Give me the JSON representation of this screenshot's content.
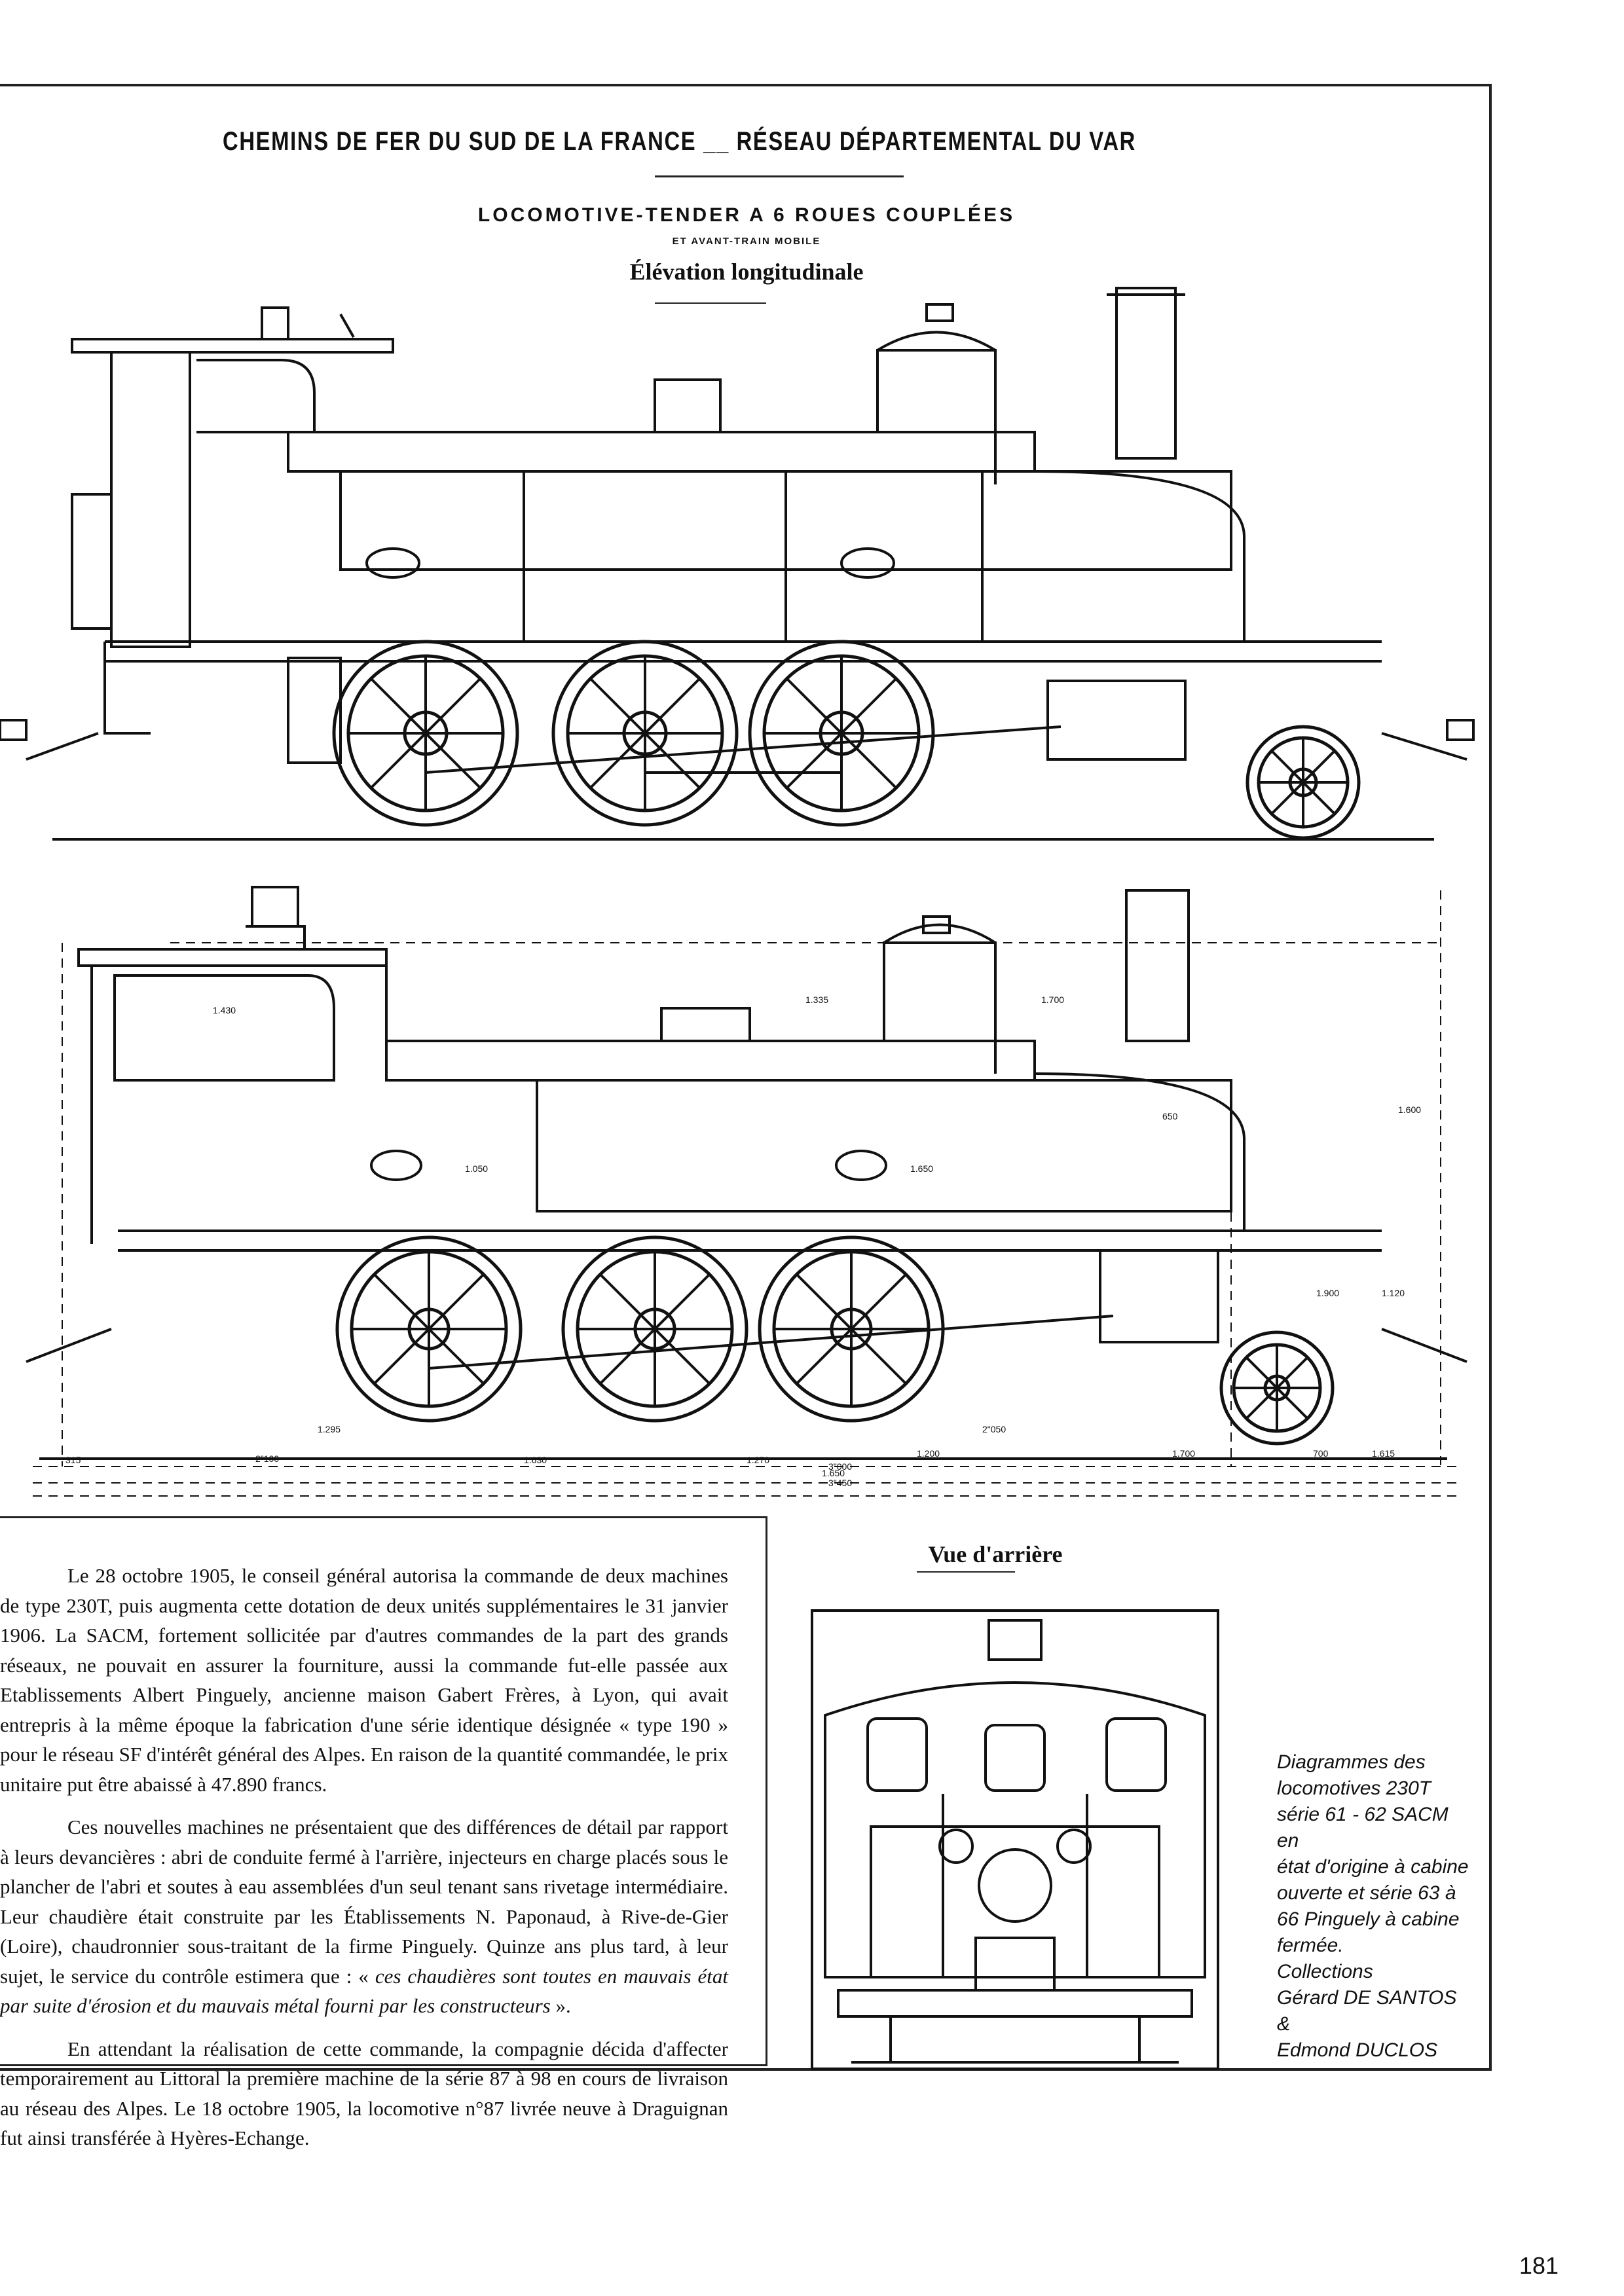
{
  "header": {
    "title": "CHEMINS DE FER DU SUD DE LA FRANCE __ RÉSEAU DÉPARTEMENTAL DU VAR",
    "subtitle": "LOCOMOTIVE-TENDER A 6 ROUES COUPLÉES",
    "subtitle_small": "ET AVANT-TRAIN MOBILE",
    "view_title": "Élévation longitudinale"
  },
  "drawing2": {
    "dim_labels": [
      "1.650",
      "1.630",
      "1.270",
      "1.200",
      "1.700",
      "700",
      "1.615",
      "315",
      "2\"100",
      "1.295",
      "2\"050",
      "3\"000",
      "3\"450",
      "1.600",
      "1.650",
      "1.050",
      "1.700",
      "1.900",
      "1.120",
      "1.335",
      "1.430",
      "650"
    ]
  },
  "rear_view": {
    "title": "Vue d'arrière"
  },
  "article": {
    "paragraphs": [
      "Le 28 octobre 1905, le conseil général autorisa la commande de deux machines de type 230T, puis augmenta cette dotation de deux unités supplémentaires le 31 janvier 1906. La SACM, fortement sollicitée par d'autres commandes de la part des grands réseaux, ne pouvait en assurer la fourniture, aussi la commande fut-elle passée aux Etablissements Albert Pinguely, ancienne maison Gabert Frères, à Lyon, qui avait entrepris à la même époque la fabrication d'une série identique désignée « type 190 » pour le réseau SF d'intérêt général des Alpes. En raison de la quantité commandée, le prix unitaire put être abaissé à 47.890 francs.",
      "Ces nouvelles machines ne présentaient que des différences de détail par rapport à leurs devancières : abri de conduite fermé à l'arrière, injecteurs en charge placés sous le plancher de l'abri et soutes à eau assemblées d'un seul tenant sans rivetage intermédiaire. Leur chaudière était construite par les Établissements N. Paponaud, à Rive-de-Gier (Loire), chaudronnier sous-traitant de la firme Pinguely. Quinze ans plus tard, à leur sujet, le service du contrôle estimera que : « ",
      "En attendant la réalisation de cette commande, la compagnie décida d'affecter temporairement au Littoral la première machine de la série 87 à 98 en cours de livraison au réseau des Alpes. Le 18 octobre 1905, la locomotive n°87 livrée neuve à Draguignan fut ainsi transférée à Hyères-Echange."
    ],
    "quote": "ces chaudières sont toutes en mauvais état par suite d'érosion et du mauvais métal fourni par les constructeurs",
    "quote_end": " »."
  },
  "caption": {
    "lines": [
      "Diagrammes des",
      "locomotives 230T",
      "série 61 - 62 SACM en",
      "état d'origine à cabine",
      "ouverte et série 63 à",
      "66 Pinguely à cabine",
      "fermée.",
      "Collections",
      "Gérard DE SANTOS &",
      "Edmond DUCLOS"
    ]
  },
  "page_number": "181"
}
